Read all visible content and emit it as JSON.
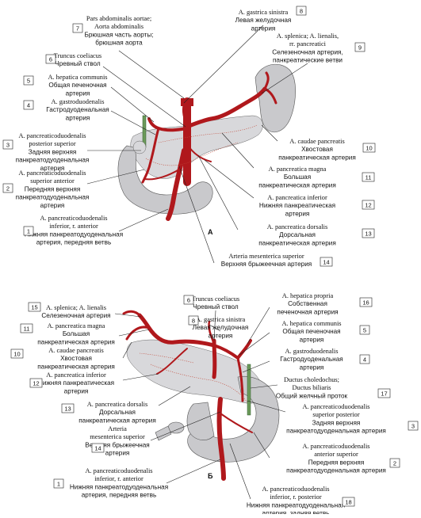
{
  "figure": {
    "panel_a_letter": "А",
    "panel_b_letter": "Б"
  },
  "labels_a": [
    {
      "num": "7",
      "lat": [
        "Pars abdominalis aortae;",
        "Aorta abdominalis"
      ],
      "ru": [
        "Брюшная часть аорты;",
        "брюшная аорта"
      ]
    },
    {
      "num": "8",
      "lat": [
        "A. gastrica sinistra"
      ],
      "ru": [
        "Левая желудочная",
        "артерия"
      ]
    },
    {
      "num": "9",
      "lat": [
        "A. splenica; A. lienalis,",
        "rr. pancreatici"
      ],
      "ru": [
        "Селезеночная артерия,",
        "панкреатические ветви"
      ]
    },
    {
      "num": "6",
      "lat": [
        "Truncus coeliacus"
      ],
      "ru": [
        "Чревный ствол"
      ]
    },
    {
      "num": "5",
      "lat": [
        "A. hepatica communis"
      ],
      "ru": [
        "Общая печеночная",
        "артерия"
      ]
    },
    {
      "num": "4",
      "lat": [
        "A. gastroduodenalis"
      ],
      "ru": [
        "Гастродуоденальная",
        "артерия"
      ]
    },
    {
      "num": "3",
      "lat": [
        "A. pancreaticoduodenalis",
        "posterior superior"
      ],
      "ru": [
        "Задняя верхняя",
        "панкреатодуоденальная",
        "артерия"
      ]
    },
    {
      "num": "10",
      "lat": [
        "A. caudae pancreatis"
      ],
      "ru": [
        "Хвостовая",
        "панкреатическая артерия"
      ]
    },
    {
      "num": "2",
      "lat": [
        "A. pancreaticoduodenalis",
        "superior anterior"
      ],
      "ru": [
        "Передняя верхняя",
        "панкреатодуоденальная",
        "артерия"
      ]
    },
    {
      "num": "11",
      "lat": [
        "A. pancreatica magna"
      ],
      "ru": [
        "Большая",
        "панкреатическая артерия"
      ]
    },
    {
      "num": "12",
      "lat": [
        "A. pancreatica inferior"
      ],
      "ru": [
        "Нижняя панкреатическая",
        "артерия"
      ]
    },
    {
      "num": "1",
      "lat": [
        "A. pancreaticoduodenalis",
        "inferior, r. anterior"
      ],
      "ru": [
        "Нижняя панкреатодуоденальная",
        "артерия, передняя ветвь"
      ]
    },
    {
      "num": "13",
      "lat": [
        "A. pancreatica dorsalis"
      ],
      "ru": [
        "Дорсальная",
        "панкреатическая артерия"
      ]
    },
    {
      "num": "14",
      "lat": [
        "Arteria mesenterica superior"
      ],
      "ru": [
        "Верхняя брыжеечная артерия"
      ]
    }
  ],
  "labels_b": [
    {
      "num": "6",
      "lat": [
        "Truncus coeliacus"
      ],
      "ru": [
        "Чревный ствол"
      ]
    },
    {
      "num": "15",
      "lat": [
        "A. splenica; A. lienalis"
      ],
      "ru": [
        "Селезеночная артерия"
      ]
    },
    {
      "num": "8",
      "lat": [
        "A. gastrica sinistra"
      ],
      "ru": [
        "Левая желудочная",
        "артерия"
      ]
    },
    {
      "num": "16",
      "lat": [
        "A. hepatica propria"
      ],
      "ru": [
        "Собственная",
        "печеночная артерия"
      ]
    },
    {
      "num": "11",
      "lat": [
        "A. pancreatica magna"
      ],
      "ru": [
        "Большая",
        "панкреатическая артерия"
      ]
    },
    {
      "num": "5",
      "lat": [
        "A. hepatica communis"
      ],
      "ru": [
        "Общая печеночная",
        "артерия"
      ]
    },
    {
      "num": "10",
      "lat": [
        "A. caudae pancreatis"
      ],
      "ru": [
        "Хвостовая",
        "панкреатическая артерия"
      ]
    },
    {
      "num": "4",
      "lat": [
        "A. gastroduodenalis"
      ],
      "ru": [
        "Гастродуоденальная",
        "артерия"
      ]
    },
    {
      "num": "12",
      "lat": [
        "A. pancreatica inferior"
      ],
      "ru": [
        "Нижняя панкреатическая",
        "артерия"
      ]
    },
    {
      "num": "17",
      "lat": [
        "Ductus choledochus;",
        "Ductus biliaris"
      ],
      "ru": [
        "Общий желчный проток"
      ]
    },
    {
      "num": "13",
      "lat": [
        "A. pancreatica dorsalis"
      ],
      "ru": [
        "Дорсальная",
        "панкреатическая артерия"
      ]
    },
    {
      "num": "3",
      "lat": [
        "A. pancreaticoduodenalis",
        "superior posterior"
      ],
      "ru": [
        "Задняя верхняя",
        "панкреатодуоденальная артерия"
      ]
    },
    {
      "num": "14",
      "lat": [
        "Arteria",
        "mesenterica superior"
      ],
      "ru": [
        "Верхняя брыжеечная",
        "артерия"
      ]
    },
    {
      "num": "2",
      "lat": [
        "A. pancreaticoduodenalis",
        "anterior superior"
      ],
      "ru": [
        "Передняя верхняя",
        "панкреатодуоденальная артерия"
      ]
    },
    {
      "num": "1",
      "lat": [
        "A. pancreaticoduodenalis",
        "inferior, r. anterior"
      ],
      "ru": [
        "Нижняя панкреатодуоденальная",
        "артерия, передняя ветвь"
      ]
    },
    {
      "num": "18",
      "lat": [
        "A. pancreaticoduodenalis",
        "inferior, r. posterior"
      ],
      "ru": [
        "Нижняя панкреатодуоденальная",
        "артерия, задняя ветвь"
      ]
    }
  ]
}
